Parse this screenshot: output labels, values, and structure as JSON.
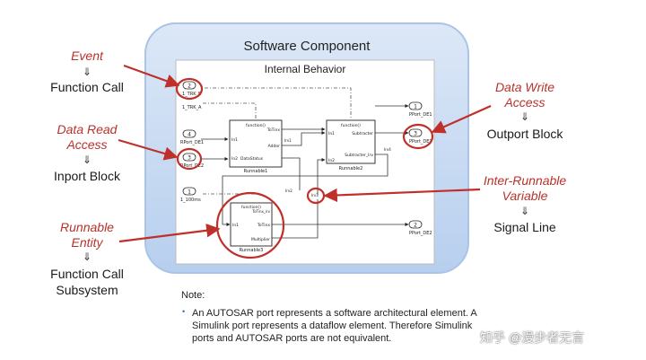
{
  "title": "Software Component",
  "internal_title": "Internal Behavior",
  "colors": {
    "accent_red": "#c0302a",
    "blob_fill": "#c9dcf3",
    "blob_stroke": "#a9c4e8"
  },
  "left_labels": [
    {
      "concept": "Event",
      "arrow": "⇓",
      "mapping": "Function Call"
    },
    {
      "concept_line1": "Data Read",
      "concept_line2": "Access",
      "arrow": "⇓",
      "mapping": "Inport Block"
    },
    {
      "concept_line1": "Runnable",
      "concept_line2": "Entity",
      "arrow": "⇓",
      "mapping_line1": "Function Call",
      "mapping_line2": "Subsystem"
    }
  ],
  "right_labels": [
    {
      "concept_line1": "Data Write",
      "concept_line2": "Access",
      "arrow": "⇓",
      "mapping": "Outport Block"
    },
    {
      "concept_line1": "Inter-Runnable",
      "concept_line2": "Variable",
      "arrow": "⇓",
      "mapping": "Signal Line"
    }
  ],
  "model": {
    "trigger1": {
      "num": "2",
      "name": "1_TRK_B"
    },
    "trigger2": {
      "name": "1_TRK_A"
    },
    "inport1": {
      "num": "4",
      "name": "RPort_DE1"
    },
    "inport2": {
      "num": "3",
      "name": "RPort_DE2"
    },
    "trigger3": {
      "num": "1",
      "name": "1_100ms"
    },
    "outport1": {
      "num": "1",
      "name": "PPort_DE1"
    },
    "outport2": {
      "num": "3",
      "name": "PPort_DE3"
    },
    "outport3": {
      "num": "2",
      "name": "PPort_DE2"
    },
    "runnable1": {
      "header": "function()",
      "in1": "In1",
      "in2": "In2",
      "out1": "ToTinx",
      "out2": "Adder",
      "out3": "DataStatus",
      "name": "Runnable1"
    },
    "runnable2": {
      "header": "function()",
      "in1": "In1",
      "in2": "In2",
      "out1": "Subtracter",
      "out2": "Subtracter_Irv",
      "name": "Runnable2"
    },
    "runnable3": {
      "header": "function()",
      "sub": "ToTinx_irv",
      "in1": "In1",
      "out1": "ToTinx",
      "out2": "Multiplier",
      "name": "Runnable3"
    },
    "signal_labels": {
      "irv1": "Irv1",
      "irv2": "Irv2",
      "irv3": "Irv3",
      "irv4": "Irv4"
    }
  },
  "note": {
    "heading": "Note:",
    "bullet": "•",
    "text": "An AUTOSAR port represents a software architectural element. A Simulink port represents a dataflow element. Therefore Simulink ports and AUTOSAR ports are not equivalent."
  },
  "watermark": "知乎 @漫步者无言"
}
